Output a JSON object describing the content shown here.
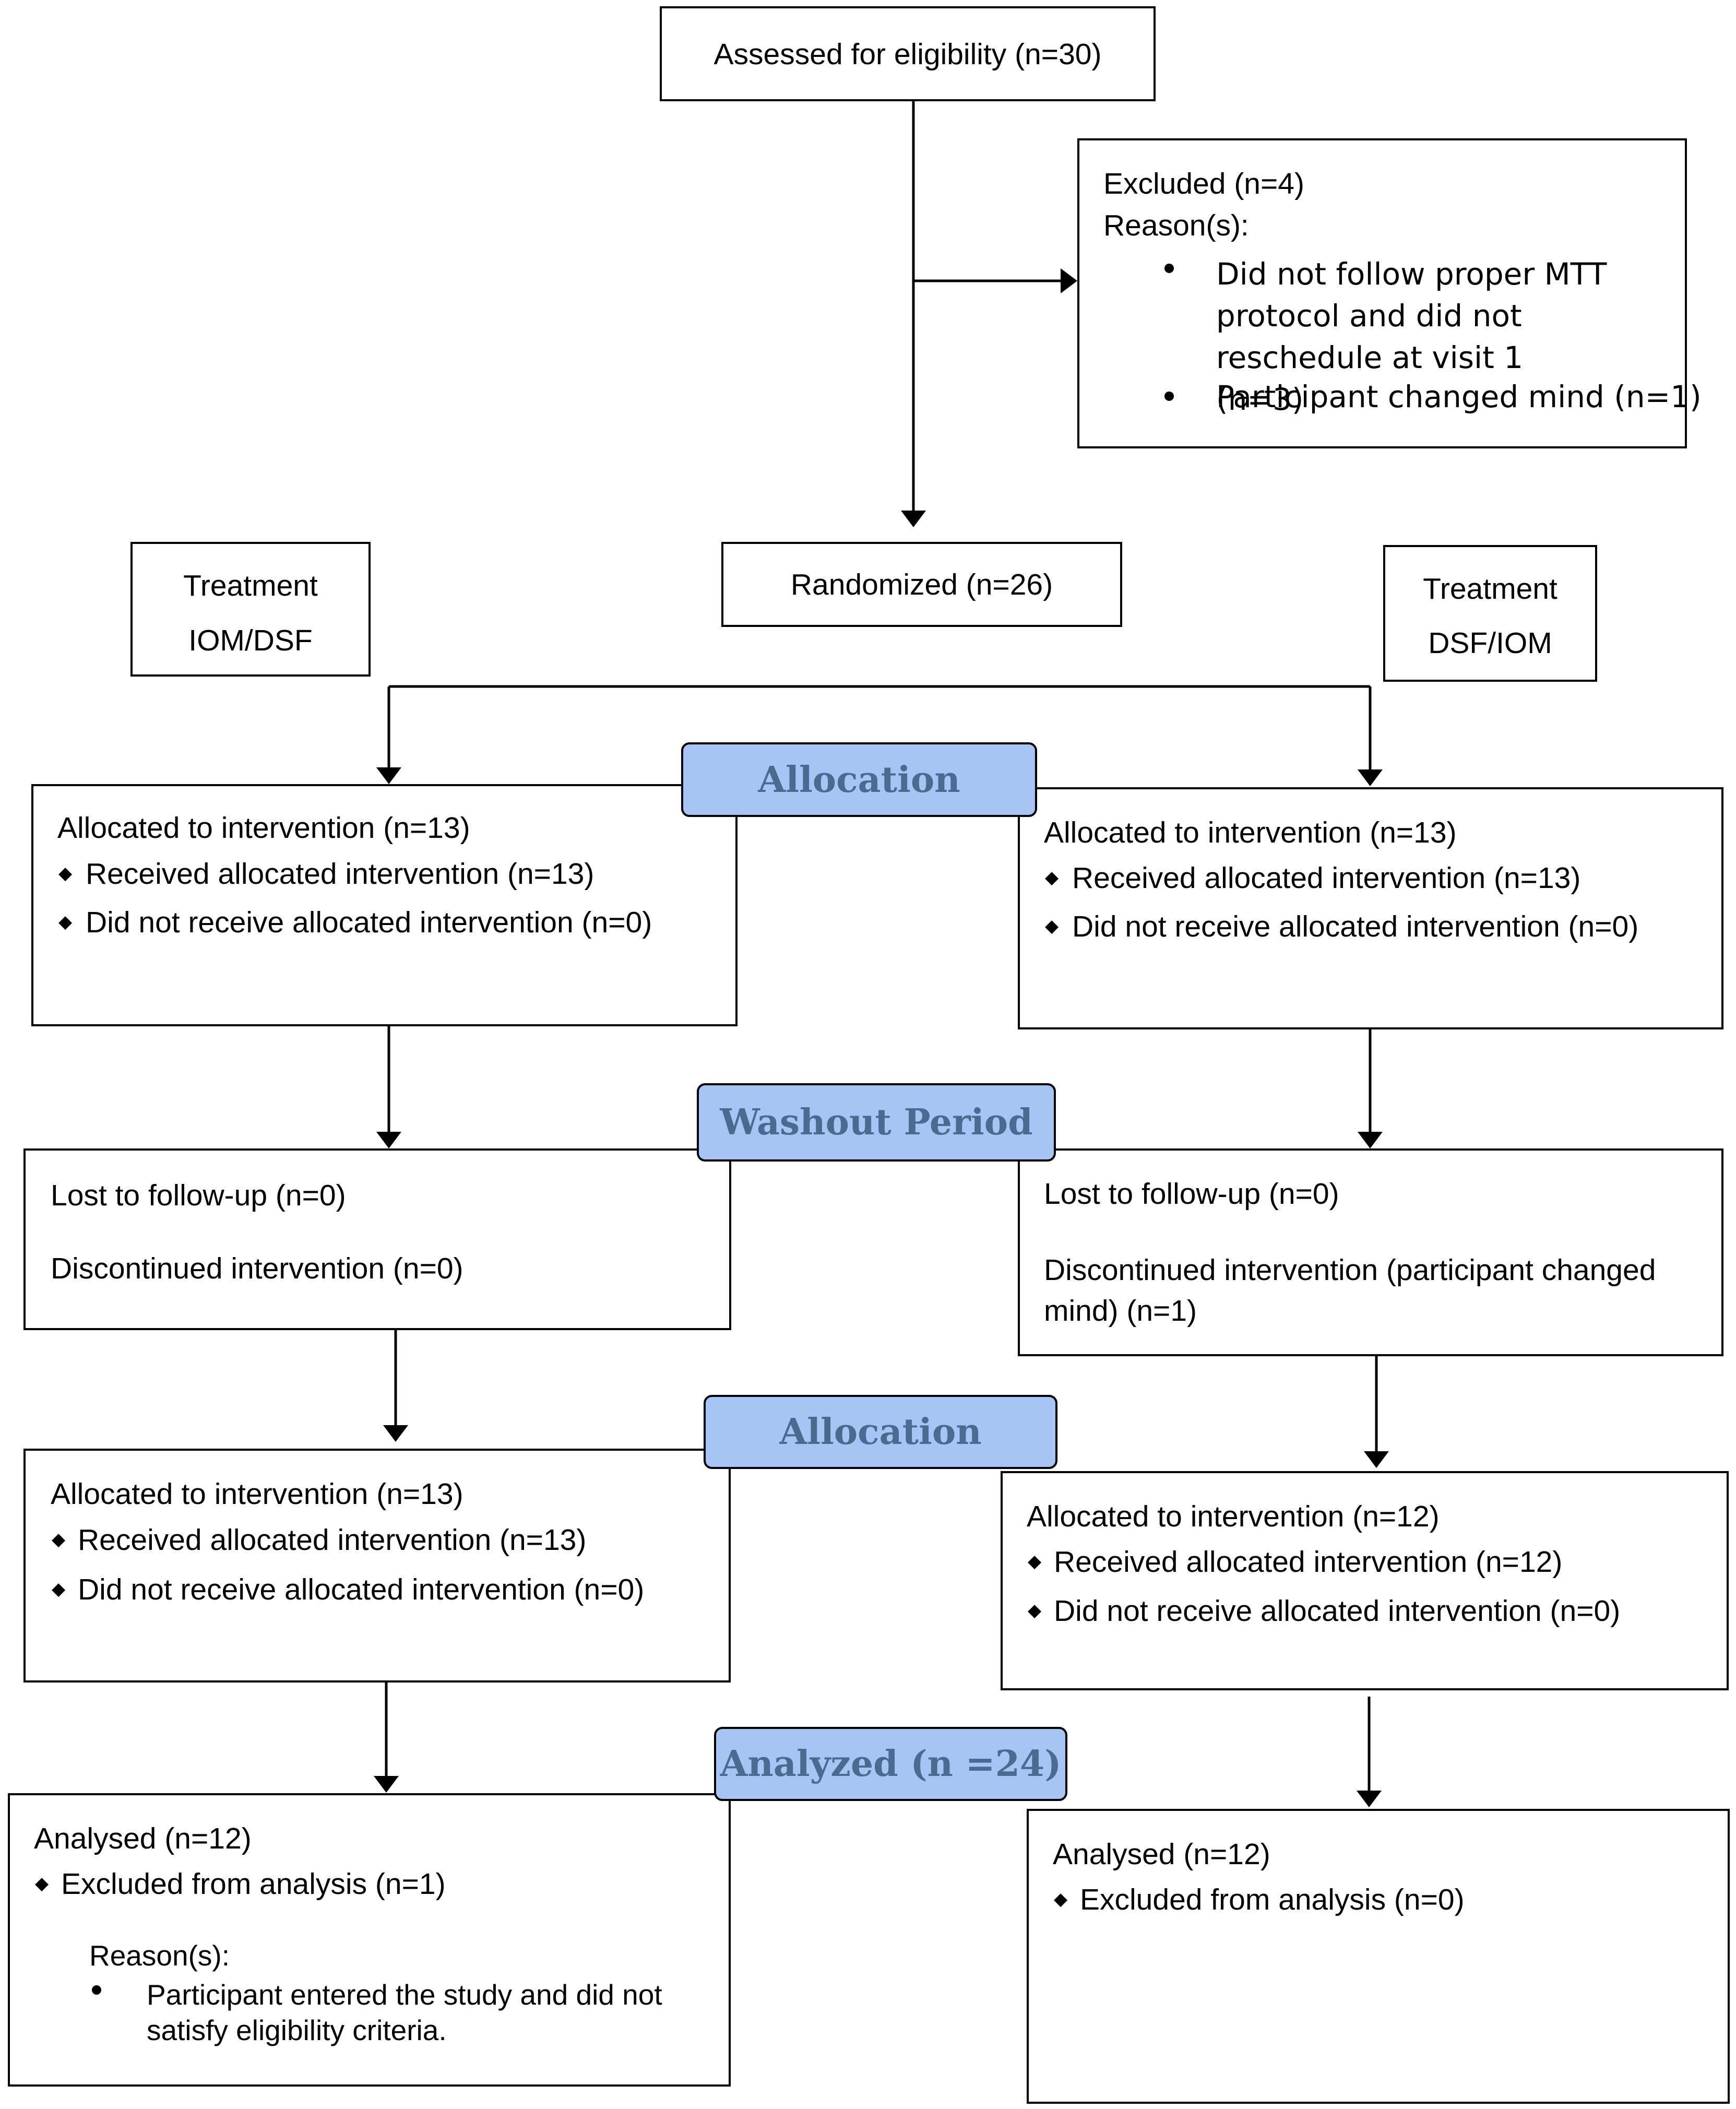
{
  "eligibility": {
    "label": "Assessed for eligibility (n=30)"
  },
  "excluded": {
    "title": "Excluded (n=4)",
    "reasons_label": "Reason(s):",
    "reasons": [
      "Did not follow proper MTT protocol and did not reschedule at visit 1 (n=3)",
      "Participant changed mind (n=1)"
    ]
  },
  "randomized": {
    "label": "Randomized (n=26)"
  },
  "treatment_left": {
    "line1": "Treatment",
    "line2": "IOM/DSF"
  },
  "treatment_right": {
    "line1": "Treatment",
    "line2": "DSF/IOM"
  },
  "stage_labels": {
    "allocation_1": "Allocation",
    "washout": "Washout Period",
    "allocation_2": "Allocation",
    "analyzed": "Analyzed (n =24)"
  },
  "left_arm": {
    "allocation_1": {
      "title": "Allocated to intervention (n=13)",
      "received": "Received allocated intervention (n=13)",
      "not_received": "Did not receive allocated intervention (n=0)"
    },
    "followup": {
      "lost": "Lost to follow-up (n=0)",
      "discontinued": "Discontinued intervention (n=0)"
    },
    "allocation_2": {
      "title": "Allocated to intervention (n=13)",
      "received": "Received allocated intervention (n=13)",
      "not_received": "Did not receive allocated intervention (n=0)"
    },
    "analysis": {
      "title": "Analysed (n=12)",
      "excluded": "Excluded from analysis (n=1)",
      "reasons_label": "Reason(s):",
      "reason": "Participant entered the study and did not satisfy eligibility criteria."
    }
  },
  "right_arm": {
    "allocation_1": {
      "title": "Allocated to intervention (n=13)",
      "received": "Received allocated intervention (n=13)",
      "not_received": "Did not receive allocated intervention (n=0)"
    },
    "followup": {
      "lost": "Lost to follow-up (n=0)",
      "discontinued": "Discontinued intervention (participant changed mind) (n=1)"
    },
    "allocation_2": {
      "title": "Allocated to intervention (n=12)",
      "received": "Received allocated intervention (n=12)",
      "not_received": "Did not receive allocated intervention (n=0)"
    },
    "analysis": {
      "title": "Analysed (n=12)",
      "excluded": "Excluded from analysis (n=0)"
    }
  }
}
